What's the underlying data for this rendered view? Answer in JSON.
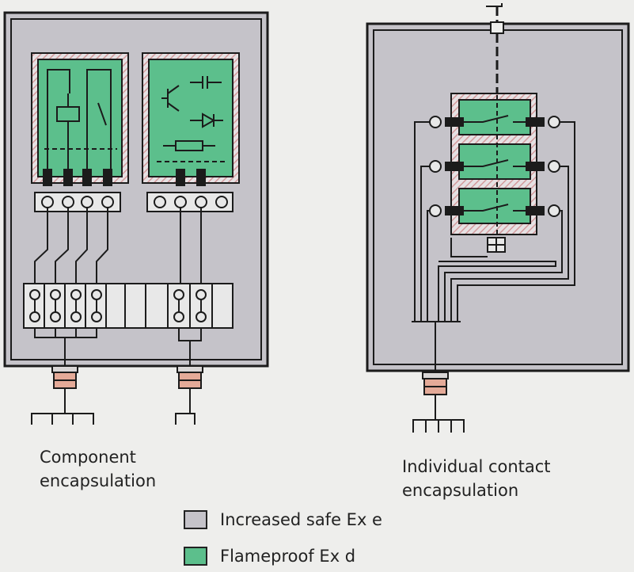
{
  "captions": {
    "left": [
      "Component",
      "encapsulation"
    ],
    "right": [
      "Individual contact",
      "encapsulation"
    ]
  },
  "legend": [
    {
      "label": "Increased safe Ex e",
      "color": "#c5c3c9"
    },
    {
      "label": "Flameproof Ex d",
      "color": "#5cbf8c"
    }
  ],
  "colors": {
    "enclosure_fill": "#c5c3c9",
    "flameproof_fill": "#5cbf8c",
    "hatch": "#d39a9c",
    "line": "#1b1b1b",
    "gland": "#e4aa98"
  }
}
